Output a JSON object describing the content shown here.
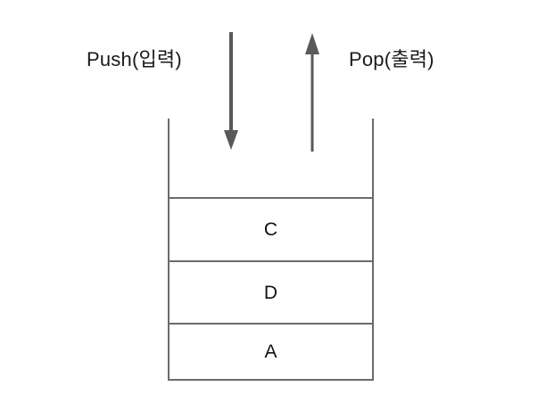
{
  "diagram": {
    "title_text_left": "Push(입력)",
    "title_text_right": "Pop(출력)",
    "stroke_color": "#6b6b6b",
    "arrow_color": "#595959",
    "text_color": "#1a1a1a",
    "background": "#ffffff"
  },
  "labels": {
    "push": "Push(입력)",
    "pop": "Pop(출력)"
  },
  "stack": {
    "cells": [
      {
        "value": "C"
      },
      {
        "value": "D"
      },
      {
        "value": "A"
      }
    ]
  },
  "arrows": {
    "push": {
      "direction": "down",
      "name": "push-arrow"
    },
    "pop": {
      "direction": "up",
      "name": "pop-arrow"
    }
  }
}
